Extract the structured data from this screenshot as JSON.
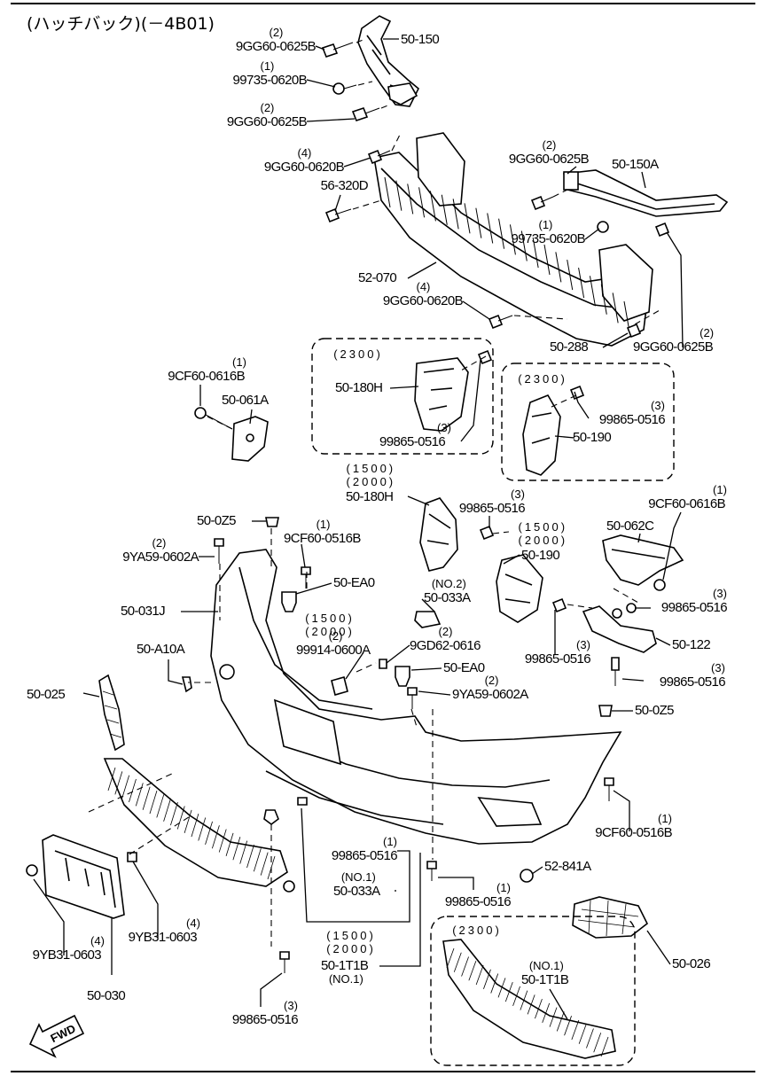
{
  "header": {
    "title": "(ハッチバック)(－4B01)"
  },
  "fwd_label": "FWD",
  "callouts": [
    {
      "id": "c01",
      "text": "9GG60-0625B",
      "qty": "(2)"
    },
    {
      "id": "c02",
      "text": "50-150",
      "qty": ""
    },
    {
      "id": "c03",
      "text": "99735-0620B",
      "qty": "(1)"
    },
    {
      "id": "c04",
      "text": "9GG60-0625B",
      "qty": "(2)"
    },
    {
      "id": "c05",
      "text": "9GG60-0620B",
      "qty": "(4)"
    },
    {
      "id": "c06",
      "text": "56-320D",
      "qty": ""
    },
    {
      "id": "c07",
      "text": "9GG60-0625B",
      "qty": "(2)"
    },
    {
      "id": "c08",
      "text": "50-150A",
      "qty": ""
    },
    {
      "id": "c09",
      "text": "99735-0620B",
      "qty": "(1)"
    },
    {
      "id": "c10",
      "text": "52-070",
      "qty": ""
    },
    {
      "id": "c11",
      "text": "9GG60-0620B",
      "qty": "(4)"
    },
    {
      "id": "c12",
      "text": "50-288",
      "qty": ""
    },
    {
      "id": "c13",
      "text": "9GG60-0625B",
      "qty": "(2)"
    },
    {
      "id": "c14",
      "text": "9CF60-0616B",
      "qty": "(1)"
    },
    {
      "id": "c15",
      "text": "50-061A",
      "qty": ""
    },
    {
      "id": "c16",
      "text": "50-180H",
      "qty": "",
      "variant": "(2300)"
    },
    {
      "id": "c17",
      "text": "99865-0516",
      "qty": "(3)"
    },
    {
      "id": "c18",
      "text": "99865-0516",
      "qty": "(3)"
    },
    {
      "id": "c19",
      "text": "50-190",
      "qty": "",
      "variant": "(2300)"
    },
    {
      "id": "c20",
      "text": "50-180H",
      "qty": "",
      "variant": "(1500) (2000)"
    },
    {
      "id": "c21",
      "text": "99865-0516",
      "qty": "(3)"
    },
    {
      "id": "c22",
      "text": "9CF60-0616B",
      "qty": "(1)"
    },
    {
      "id": "c23",
      "text": "50-062C",
      "qty": ""
    },
    {
      "id": "c24",
      "text": "50-0Z5",
      "qty": ""
    },
    {
      "id": "c25",
      "text": "9YA59-0602A",
      "qty": "(2)"
    },
    {
      "id": "c26",
      "text": "9CF60-0516B",
      "qty": "(1)"
    },
    {
      "id": "c27",
      "text": "50-190",
      "qty": "",
      "variant": "(1500) (2000)"
    },
    {
      "id": "c28",
      "text": "50-EA0",
      "qty": ""
    },
    {
      "id": "c29",
      "text": "50-033A",
      "qty": "(NO.2)"
    },
    {
      "id": "c30",
      "text": "99865-0516",
      "qty": "(3)"
    },
    {
      "id": "c31",
      "text": "50-031J",
      "qty": ""
    },
    {
      "id": "c32",
      "text": "99914-0600A",
      "qty": "(2)",
      "variant": "(1500) (2000)"
    },
    {
      "id": "c33",
      "text": "9GD62-0616",
      "qty": "(2)"
    },
    {
      "id": "c34",
      "text": "50-122",
      "qty": ""
    },
    {
      "id": "c35",
      "text": "99865-0516",
      "qty": "(3)"
    },
    {
      "id": "c36",
      "text": "50-A10A",
      "qty": ""
    },
    {
      "id": "c37",
      "text": "50-EA0",
      "qty": ""
    },
    {
      "id": "c38",
      "text": "99865-0516",
      "qty": "(3)"
    },
    {
      "id": "c39",
      "text": "9YA59-0602A",
      "qty": "(2)"
    },
    {
      "id": "c40",
      "text": "50-025",
      "qty": ""
    },
    {
      "id": "c41",
      "text": "50-0Z5",
      "qty": ""
    },
    {
      "id": "c42",
      "text": "9CF60-0516B",
      "qty": "(1)"
    },
    {
      "id": "c43",
      "text": "99865-0516",
      "qty": "(1)"
    },
    {
      "id": "c44",
      "text": "50-033A",
      "qty": "(NO.1)"
    },
    {
      "id": "c45",
      "text": "52-841A",
      "qty": ""
    },
    {
      "id": "c46",
      "text": "99865-0516",
      "qty": "(1)"
    },
    {
      "id": "c47",
      "text": "50-1T1B",
      "qty": "(NO.1)",
      "variant": "(1500) (2000)"
    },
    {
      "id": "c48",
      "text": "9YB31-0603",
      "qty": "(4)"
    },
    {
      "id": "c49",
      "text": "9YB31-0603",
      "qty": "(4)"
    },
    {
      "id": "c50",
      "text": "50-030",
      "qty": ""
    },
    {
      "id": "c51",
      "text": "99865-0516",
      "qty": "(3)"
    },
    {
      "id": "c52",
      "text": "50-026",
      "qty": ""
    },
    {
      "id": "c53",
      "text": "50-1T1B",
      "qty": "(NO.1)",
      "variant": "(2300)"
    }
  ]
}
